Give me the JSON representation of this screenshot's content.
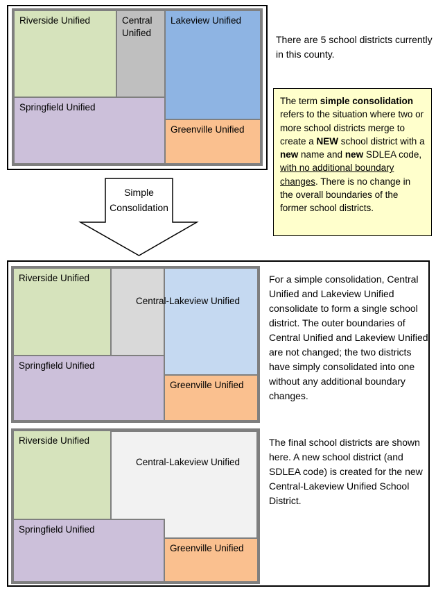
{
  "labels": {
    "riverside": "Riverside Unified",
    "central": "Central Unified",
    "lakeview": "Lakeview Unified",
    "springfield": "Springfield Unified",
    "greenville": "Greenville Unified",
    "central_lakeview": "Central-Lakeview Unified"
  },
  "colors": {
    "riverside": "#d6e3bc",
    "central": "#bfbfbf",
    "lakeview": "#8eb4e3",
    "springfield": "#ccc0da",
    "greenville": "#fac08f",
    "central_consolidated": "#d9d9d9",
    "lakeview_consolidated": "#c5d9f1",
    "central_lakeview_final": "#f2f2f2",
    "note_bg": "#ffffcc",
    "map_border": "#7f7f7f"
  },
  "captions": {
    "intro": "There are 5 school districts currently in this county.",
    "consolidation": "For a simple consolidation, Central Unified and Lakeview Unified consolidate to form a single school district. The outer boundaries of Central Unified and Lakeview Unified are not changed; the two districts have simply consolidated into one without any additional boundary changes.",
    "final": "The final school districts are shown here. A new school district (and SDLEA code) is created for the new Central-Lakeview Unified School District."
  },
  "arrow": {
    "line1": "Simple",
    "line2": "Consolidation"
  },
  "note": {
    "segments": [
      {
        "t": "The term "
      },
      {
        "t": "simple consolidation",
        "b": true
      },
      {
        "t": " refers to the situation where two or more school districts merge to create a "
      },
      {
        "t": "NEW",
        "b": true
      },
      {
        "t": " school district with a "
      },
      {
        "t": "new",
        "b": true
      },
      {
        "t": " name and "
      },
      {
        "t": "new",
        "b": true
      },
      {
        "t": " SDLEA code, "
      },
      {
        "t": "with no additional boundary changes",
        "u": true
      },
      {
        "t": ". There is no change in the overall boundaries of the former school districts."
      }
    ]
  }
}
